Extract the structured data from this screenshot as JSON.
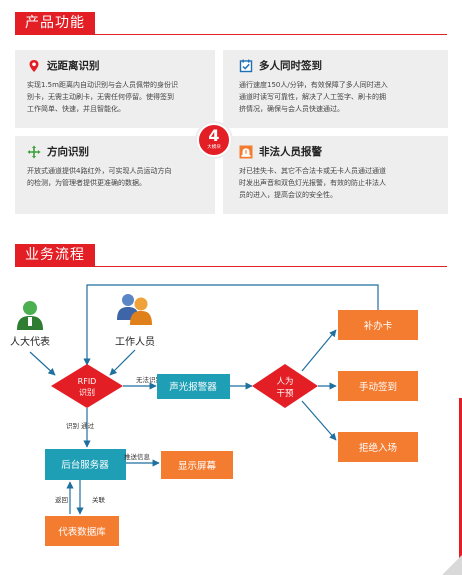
{
  "section1": {
    "title": "产品功能"
  },
  "features": [
    {
      "title": "远距离识别",
      "icon": "location-pin-icon",
      "lines": [
        "实现1.5m距离内自动识别与会人员佩带的身份识",
        "别卡，无需主动刷卡，无需任何停留。使得签到",
        "工作简单、快速，并且智能化。"
      ]
    },
    {
      "title": "多人同时签到",
      "icon": "checkbox-icon",
      "lines": [
        "通行速度150人/分钟，有效保障了多人同时进入",
        "通道时读写可靠性，解决了人工签字、刷卡的拥",
        "挤情况，确保与会人员快速通过。"
      ]
    },
    {
      "title": "方向识别",
      "icon": "direction-arrows-icon",
      "lines": [
        "开放式通道提供4路红外，可实现人员运动方向",
        "的检测，为管理者提供更准确的数据。"
      ]
    },
    {
      "title": "非法人员报警",
      "icon": "alarm-icon",
      "lines": [
        "对已挂失卡、其它不合法卡或无卡人员通过通道",
        "时发出声音和双色灯光报警，有效的防止非法人",
        "员的进入，提高会议的安全性。"
      ]
    }
  ],
  "badge": {
    "number": "4",
    "label": "大模块"
  },
  "section2": {
    "title": "业务流程"
  },
  "flow": {
    "actors": {
      "deputy": "人大代表",
      "staff": "工作人员"
    },
    "rfid": [
      "RFID",
      "识别"
    ],
    "alarm_box": "声光报警器",
    "manual": [
      "人为",
      "干预"
    ],
    "reissue": "补办卡",
    "manual_signin": "手动签到",
    "deny": "拒绝入场",
    "server": "后台服务器",
    "display": "显示屏幕",
    "database": "代表数据库",
    "edge_labels": {
      "no_recognition": "无法识别",
      "recognize_pass": "识别 通过",
      "push_info": "推送信息",
      "return": "返回",
      "link": "关联"
    }
  },
  "colors": {
    "accent": "#e31e24",
    "teal": "#1f9fb5",
    "orange": "#f47c31",
    "gray_panel": "#eeeeee"
  }
}
